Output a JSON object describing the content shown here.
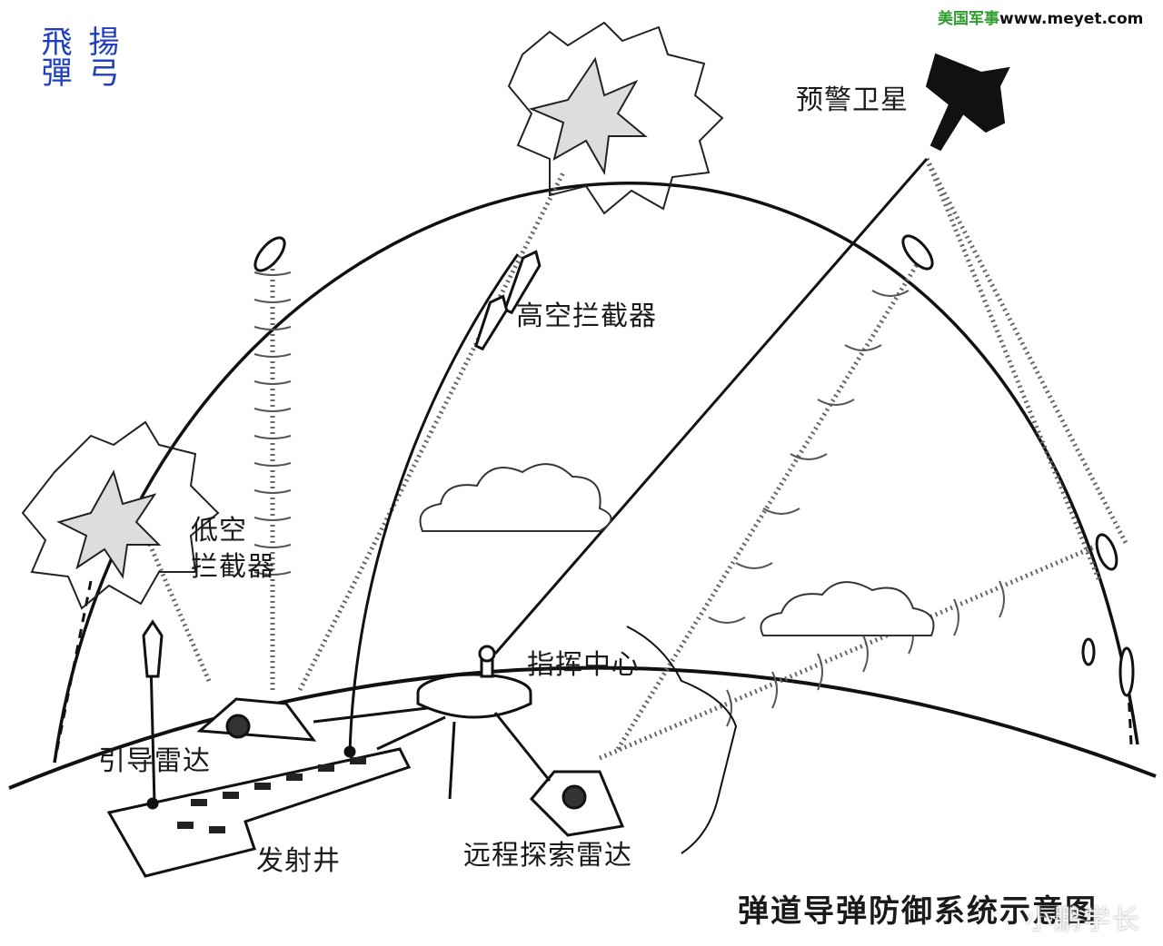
{
  "title": "弹道导弹防御系统示意图",
  "labels": {
    "early_warning_satellite": "预警卫星",
    "high_altitude_interceptor": "高空拦截器",
    "low_altitude_interceptor_line1": "低空",
    "low_altitude_interceptor_line2": "拦截器",
    "command_center": "指挥中心",
    "guidance_radar": "引导雷达",
    "launch_silo": "发射井",
    "long_range_search_radar": "远程探索雷达"
  },
  "seal": {
    "col1": "揚弓",
    "col2": "飛彈"
  },
  "site": {
    "cn": "美国军事",
    "url": "www.meyet.com"
  },
  "watermark": "小鹏学长",
  "colors": {
    "line": "#111111",
    "seal": "#1f3fbf",
    "site_cn": "#2e9e2e"
  }
}
